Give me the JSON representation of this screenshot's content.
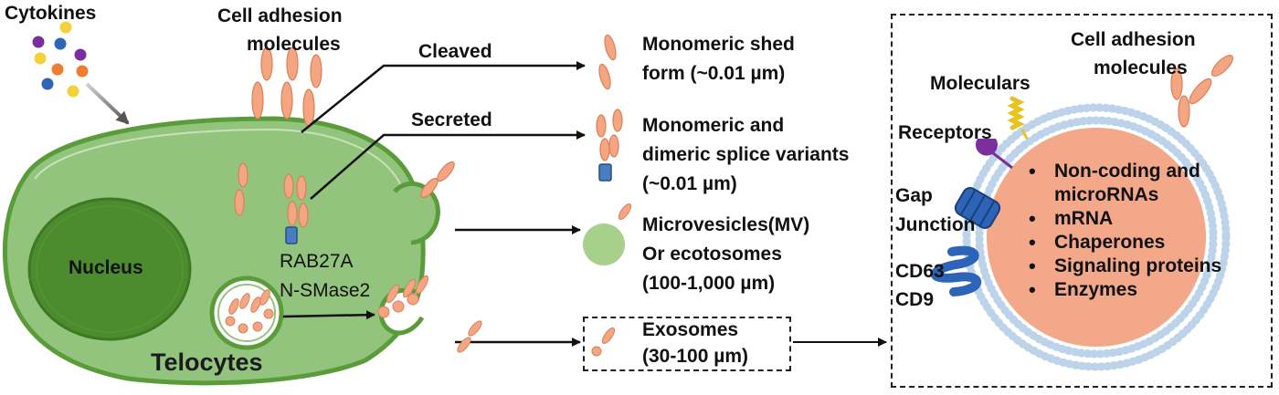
{
  "left": {
    "cytokines": "Cytokines",
    "cell_adhesion_line1": "Cell adhesion",
    "cell_adhesion_line2": "molecules",
    "nucleus": "Nucleus",
    "rab27a": "RAB27A",
    "nsmase2": "N-SMase2",
    "telocytes": "Telocytes",
    "cleaved": "Cleaved",
    "secreted": "Secreted"
  },
  "middle": {
    "shed_line1": "Monomeric shed",
    "shed_line2": "form (~0.01 µm)",
    "splice_line1": "Monomeric and",
    "splice_line2": "dimeric splice variants",
    "splice_line3": "(~0.01 µm)",
    "mv_line1": "Microvesicles(MV)",
    "mv_line2": "Or  ecotosomes",
    "mv_line3": "(100-1,000 µm)",
    "exo_line1": "Exosomes",
    "exo_line2": "(30-100 µm)"
  },
  "exosome_detail": {
    "cell_adhesion_line1": "Cell adhesion",
    "cell_adhesion_line2": "molecules",
    "molecules": "Moleculars",
    "receptors": "Receptors",
    "gap": "Gap",
    "junction": "Junction",
    "cd63": "CD63",
    "cd9": "CD9",
    "cargo": [
      "Non-coding and",
      "microRNAs",
      "mRNA",
      "Chaperones",
      "Signaling proteins",
      "Enzymes"
    ]
  },
  "colors": {
    "cell_fill": "#93c47d",
    "cell_edge": "#5a9b3a",
    "nucleus": "#4d8b2f",
    "protein": "#f4a582",
    "protein_edge": "#d98058",
    "exosome_core": "#f4a88a",
    "membrane_dots": "#bcd3ea",
    "blue": "#2e64b8",
    "purple": "#7b2e9e",
    "gold": "#e8c21f"
  },
  "icons": [
    "cytokine-dots-icon",
    "adhesion-molecule-icon",
    "gap-junction-icon",
    "cd63-helix-icon",
    "receptor-icon",
    "arrow-icon"
  ]
}
